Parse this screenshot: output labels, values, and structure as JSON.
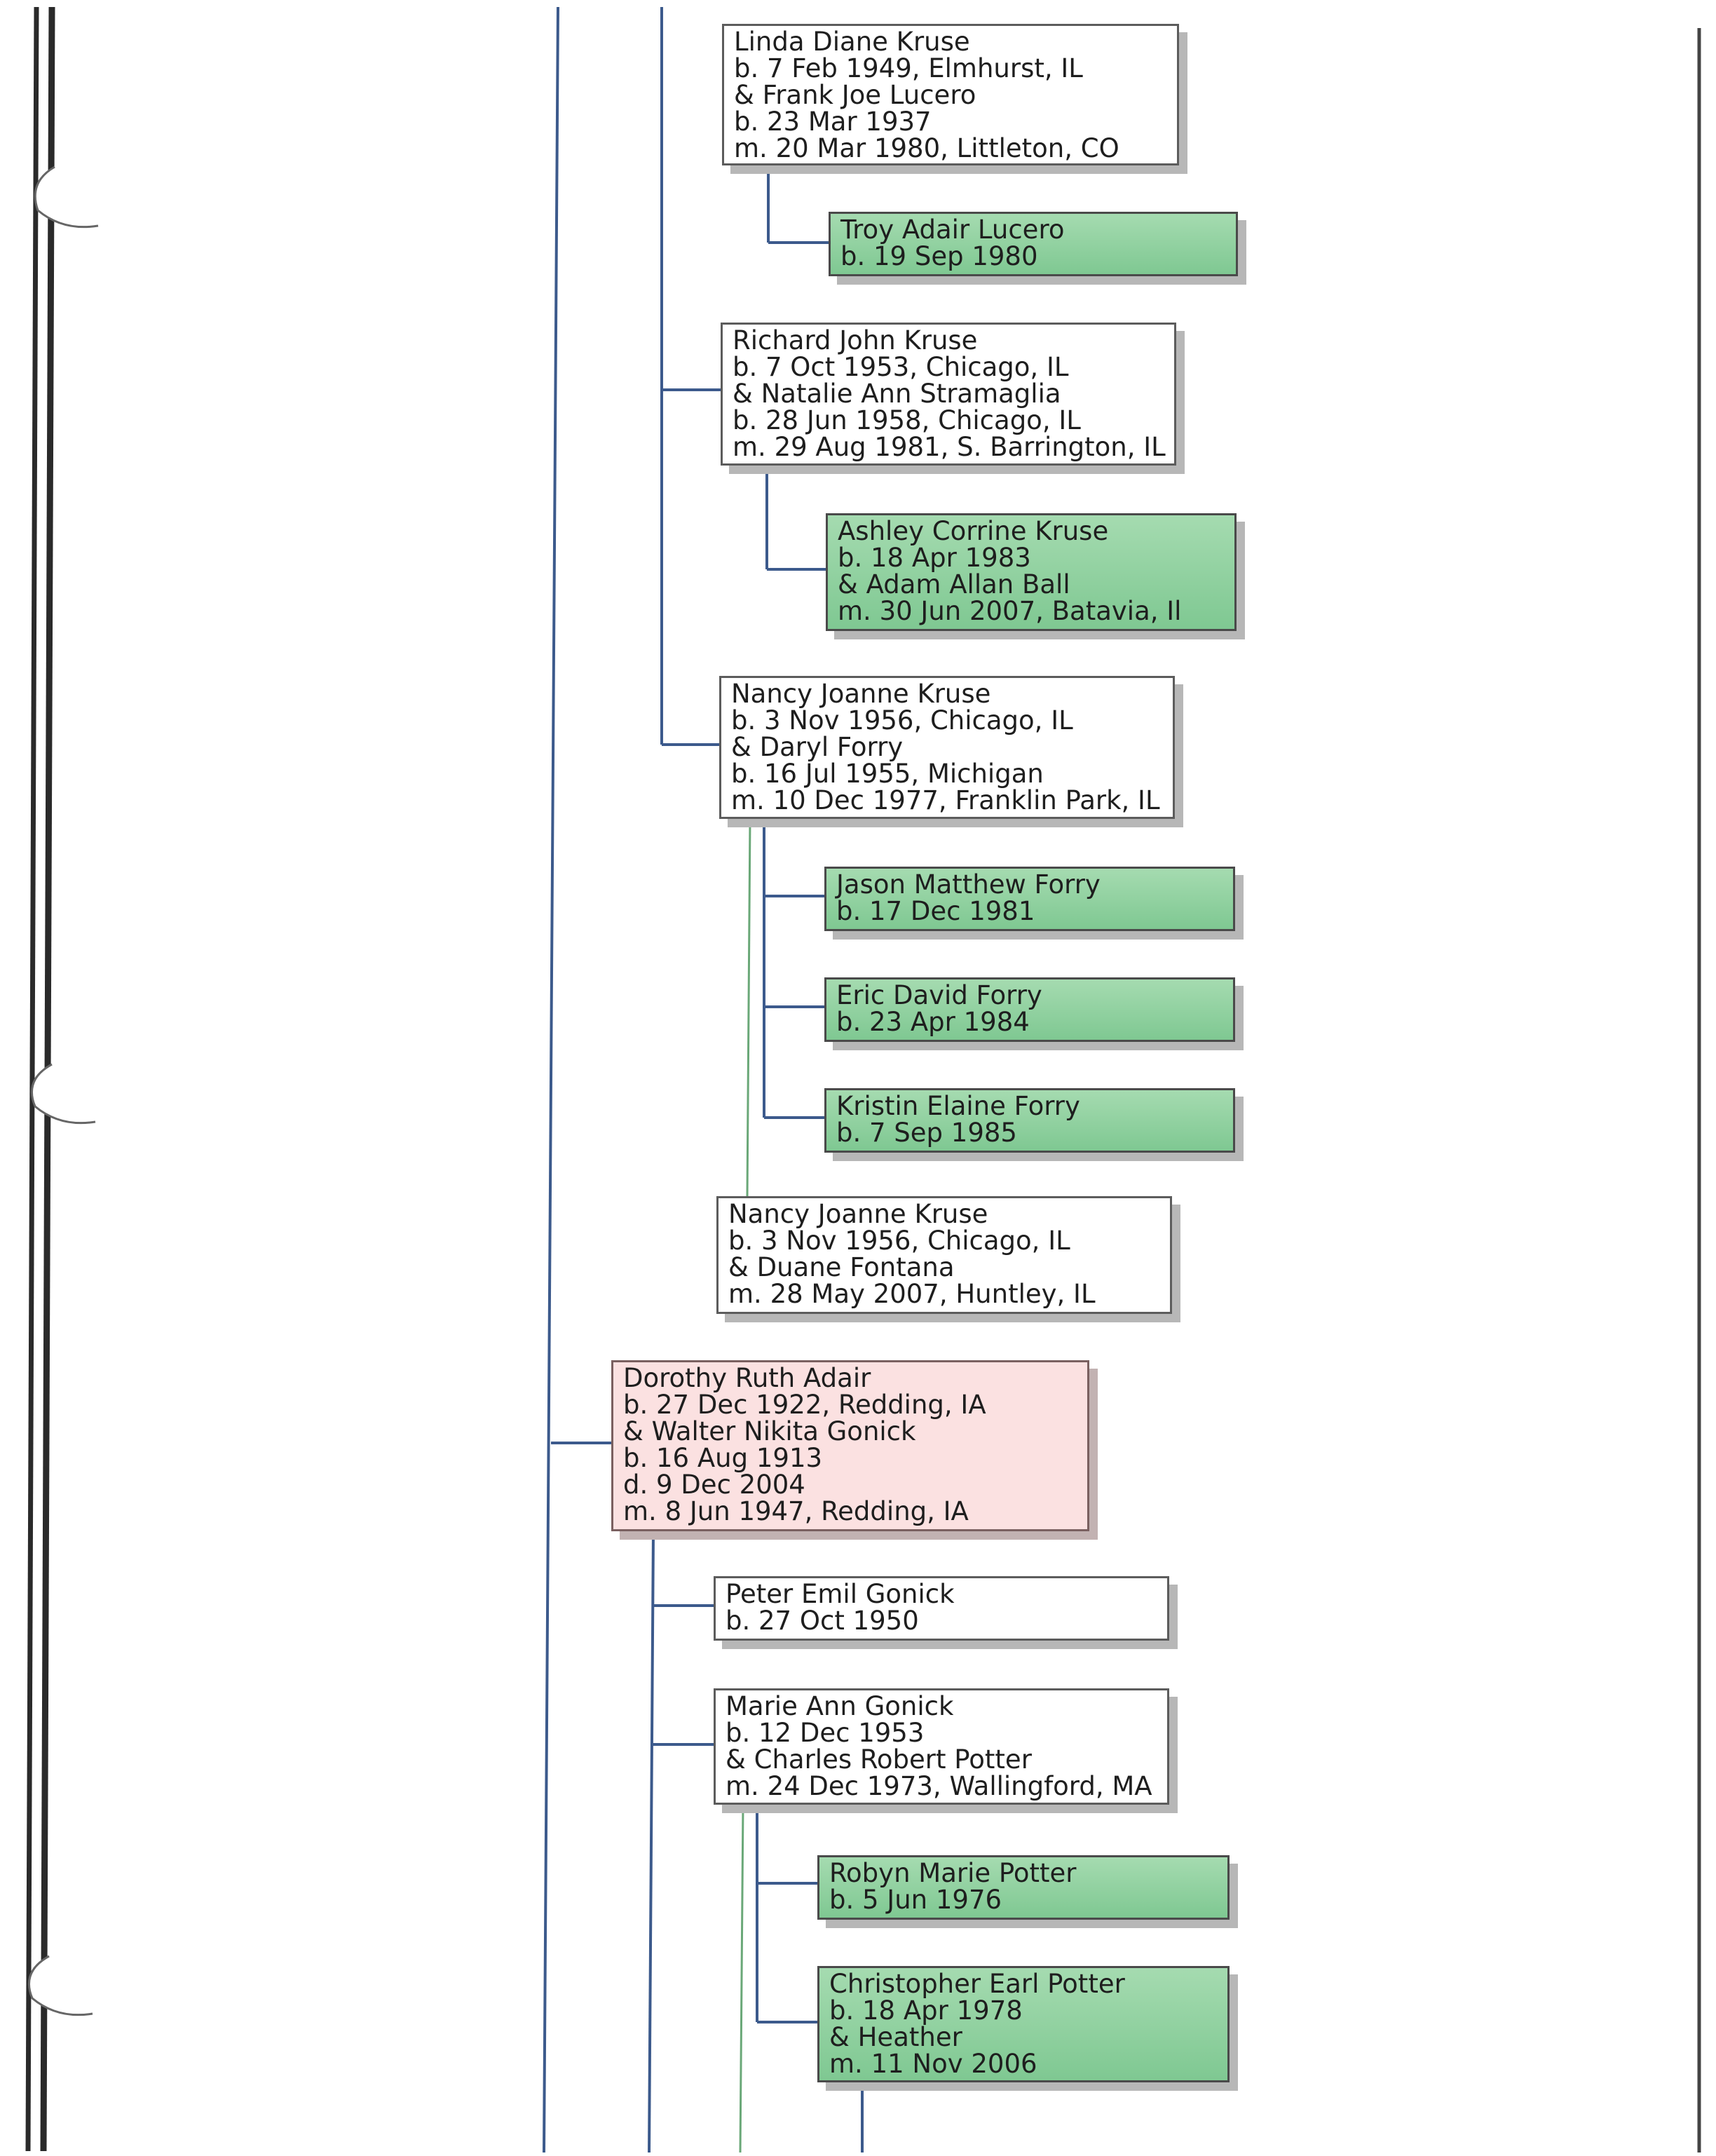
{
  "tree": {
    "boxes": [
      {
        "id": "linda",
        "style": "white",
        "lines": [
          "Linda Diane Kruse",
          "b. 7 Feb 1949, Elmhurst, IL",
          "& Frank Joe Lucero",
          "b. 23 Mar 1937",
          "m. 20 Mar 1980, Littleton, CO"
        ]
      },
      {
        "id": "troy",
        "style": "green",
        "lines": [
          "Troy Adair Lucero",
          "b. 19 Sep 1980"
        ]
      },
      {
        "id": "richard",
        "style": "white",
        "lines": [
          "Richard John Kruse",
          "b. 7 Oct 1953, Chicago, IL",
          "& Natalie Ann Stramaglia",
          "b. 28 Jun 1958, Chicago, IL",
          "m. 29 Aug 1981, S. Barrington, IL"
        ]
      },
      {
        "id": "ashley",
        "style": "green",
        "lines": [
          "Ashley Corrine Kruse",
          "b. 18 Apr 1983",
          "& Adam Allan Ball",
          "m. 30 Jun 2007, Batavia, Il"
        ]
      },
      {
        "id": "nancy1",
        "style": "white",
        "lines": [
          "Nancy Joanne Kruse",
          "b. 3 Nov 1956, Chicago, IL",
          "& Daryl Forry",
          "b. 16 Jul 1955, Michigan",
          "m. 10 Dec 1977, Franklin Park, IL"
        ]
      },
      {
        "id": "jason",
        "style": "green",
        "lines": [
          "Jason Matthew Forry",
          "b. 17 Dec 1981"
        ]
      },
      {
        "id": "eric",
        "style": "green",
        "lines": [
          "Eric David Forry",
          "b. 23 Apr 1984"
        ]
      },
      {
        "id": "kristin",
        "style": "green",
        "lines": [
          "Kristin Elaine Forry",
          "b. 7 Sep 1985"
        ]
      },
      {
        "id": "nancy2",
        "style": "white",
        "lines": [
          "Nancy Joanne Kruse",
          "b. 3 Nov 1956, Chicago, IL",
          "& Duane Fontana",
          "m. 28 May 2007, Huntley, IL"
        ]
      },
      {
        "id": "dorothy",
        "style": "pink",
        "lines": [
          "Dorothy Ruth Adair",
          "b. 27 Dec 1922, Redding, IA",
          "& Walter Nikita Gonick",
          "b. 16 Aug 1913",
          "d. 9 Dec 2004",
          "m. 8 Jun 1947, Redding, IA"
        ]
      },
      {
        "id": "peter",
        "style": "white",
        "lines": [
          "Peter Emil Gonick",
          "b. 27 Oct 1950"
        ]
      },
      {
        "id": "marie",
        "style": "white",
        "lines": [
          "Marie Ann Gonick",
          "b. 12 Dec 1953",
          "& Charles Robert Potter",
          "m. 24 Dec 1973, Wallingford, MA"
        ]
      },
      {
        "id": "robyn",
        "style": "green",
        "lines": [
          "Robyn Marie Potter",
          "b. 5 Jun 1976"
        ]
      },
      {
        "id": "christopher",
        "style": "green",
        "lines": [
          "Christopher Earl Potter",
          "b. 18 Apr 1978",
          "& Heather",
          "m. 11 Nov 2006"
        ]
      }
    ]
  },
  "colors": {
    "line_blue": "#3c5a8c",
    "line_green": "#6aa878",
    "binder": "#2a2a2a"
  }
}
